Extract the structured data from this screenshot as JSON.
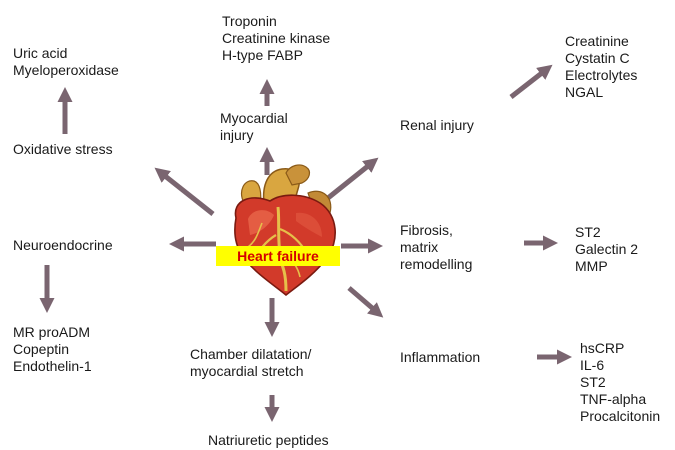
{
  "center": {
    "label": "Heart failure"
  },
  "colors": {
    "arrow": "#7a6570",
    "label_bg": "#ffff00",
    "label_text": "#d40000"
  },
  "icons": {
    "center": "heart-illustration"
  },
  "nodes": {
    "myocardial_injury": {
      "label": [
        "Myocardial",
        "injury"
      ],
      "markers": [
        "Troponin",
        "Creatinine kinase",
        "H-type FABP"
      ]
    },
    "oxidative_stress": {
      "label": [
        "Oxidative stress"
      ],
      "markers": [
        "Uric acid",
        "Myeloperoxidase"
      ]
    },
    "renal_injury": {
      "label": [
        "Renal injury"
      ],
      "markers": [
        "Creatinine",
        "Cystatin C",
        "Electrolytes",
        "NGAL"
      ]
    },
    "neuroendocrine": {
      "label": [
        "Neuroendocrine"
      ],
      "markers": [
        "MR proADM",
        "Copeptin",
        "Endothelin-1"
      ]
    },
    "fibrosis": {
      "label": [
        "Fibrosis,",
        "matrix",
        "remodelling"
      ],
      "markers": [
        "ST2",
        "Galectin 2",
        "MMP"
      ]
    },
    "chamber_dilatation": {
      "label": [
        "Chamber dilatation/",
        "myocardial stretch"
      ],
      "markers": [
        "Natriuretic peptides"
      ]
    },
    "inflammation": {
      "label": [
        "Inflammation"
      ],
      "markers": [
        "hsCRP",
        "IL-6",
        "ST2",
        "TNF-alpha",
        "Procalcitonin"
      ]
    }
  }
}
